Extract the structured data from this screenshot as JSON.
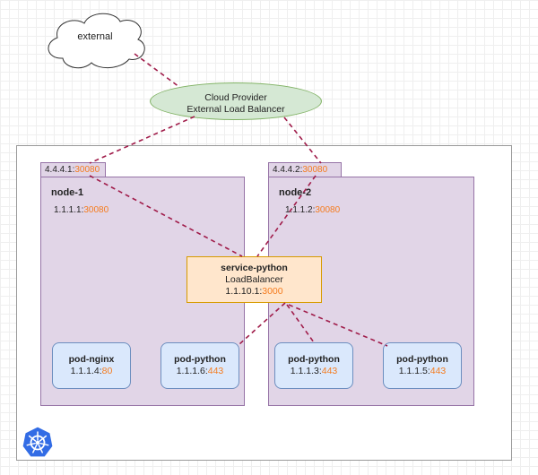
{
  "external": {
    "label": "external"
  },
  "cloud_provider": {
    "line1": "Cloud Provider",
    "line2": "External Load Balancer"
  },
  "nodes": [
    {
      "tab_ip": "4.4.4.1:",
      "tab_port": "30080",
      "name": "node-1",
      "ip": "1.1.1.1:",
      "port": "30080"
    },
    {
      "tab_ip": "4.4.4.2:",
      "tab_port": "30080",
      "name": "node-2",
      "ip": "1.1.1.2:",
      "port": "30080"
    }
  ],
  "service": {
    "name": "service-python",
    "type": "LoadBalancer",
    "ip": "1.1.10.1:",
    "port": "3000"
  },
  "pods": [
    {
      "name": "pod-nginx",
      "ip": "1.1.1.4:",
      "port": "80"
    },
    {
      "name": "pod-python",
      "ip": "1.1.1.6:",
      "port": "443"
    },
    {
      "name": "pod-python",
      "ip": "1.1.1.3:",
      "port": "443"
    },
    {
      "name": "pod-python",
      "ip": "1.1.1.5:",
      "port": "443"
    }
  ],
  "colors": {
    "edge": "#a01c4a",
    "accent_orange": "#f57c1f",
    "kubernetes_blue": "#326ce5"
  },
  "icons": {
    "kubernetes": "kubernetes-icon"
  }
}
